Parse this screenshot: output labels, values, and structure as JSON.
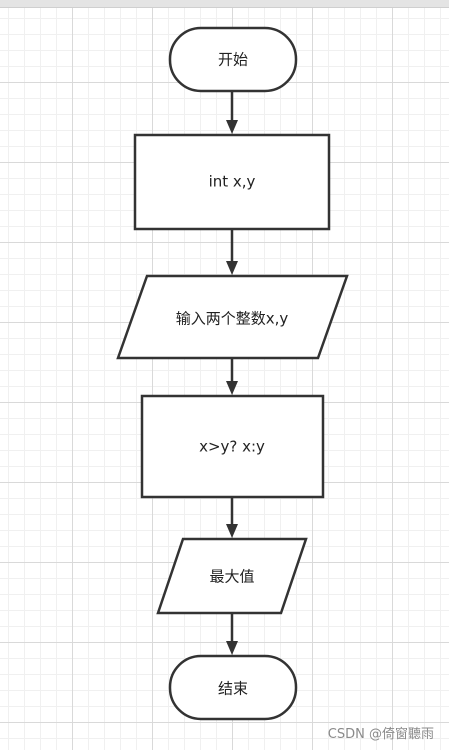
{
  "flowchart": {
    "start": "开始",
    "declare": "int x,y",
    "input": "输入两个整数x,y",
    "process": "x>y?  x:y",
    "output": "最大值",
    "end": "结束"
  },
  "watermark": "CSDN @倚窗聽雨",
  "colors": {
    "stroke": "#333333",
    "fill": "#ffffff",
    "grid": "#d9d9d9"
  }
}
